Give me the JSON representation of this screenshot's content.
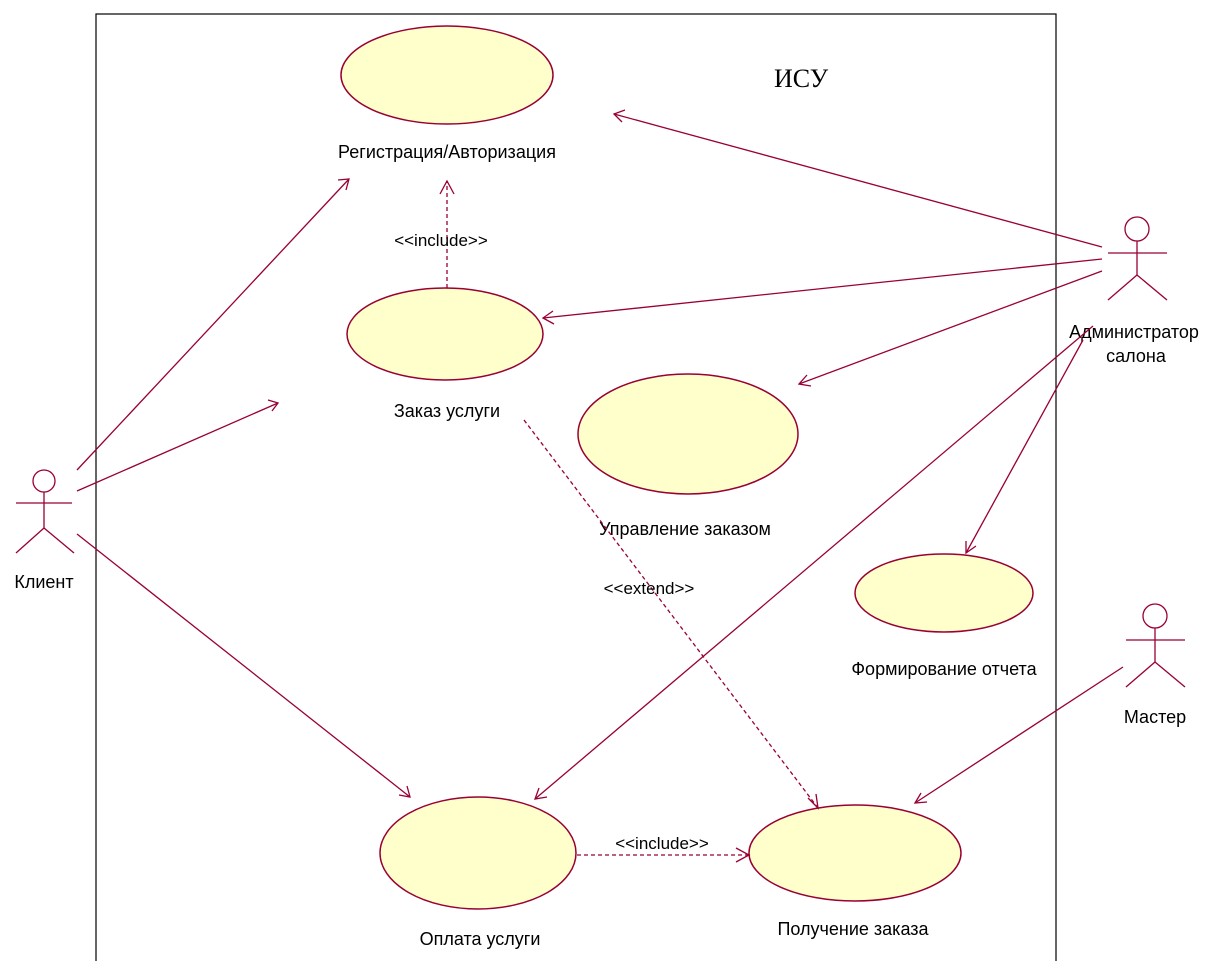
{
  "system": {
    "title": "ИСУ"
  },
  "use_cases": {
    "registration": "Регистрация/Авторизация",
    "order_service": "Заказ услуги",
    "manage_order": "Управление заказом",
    "report": "Формирование отчета",
    "payment": "Оплата услуги",
    "receive_order": "Получение заказа"
  },
  "actors": {
    "client": "Клиент",
    "admin_line1": "Администратор",
    "admin_line2": "салона",
    "master": "Мастер"
  },
  "stereotypes": {
    "include_top": "<<include>>",
    "extend": "<<extend>>",
    "include_bottom": "<<include>>"
  },
  "colors": {
    "line": "#990033",
    "use_case_fill": "#ffffcc"
  }
}
